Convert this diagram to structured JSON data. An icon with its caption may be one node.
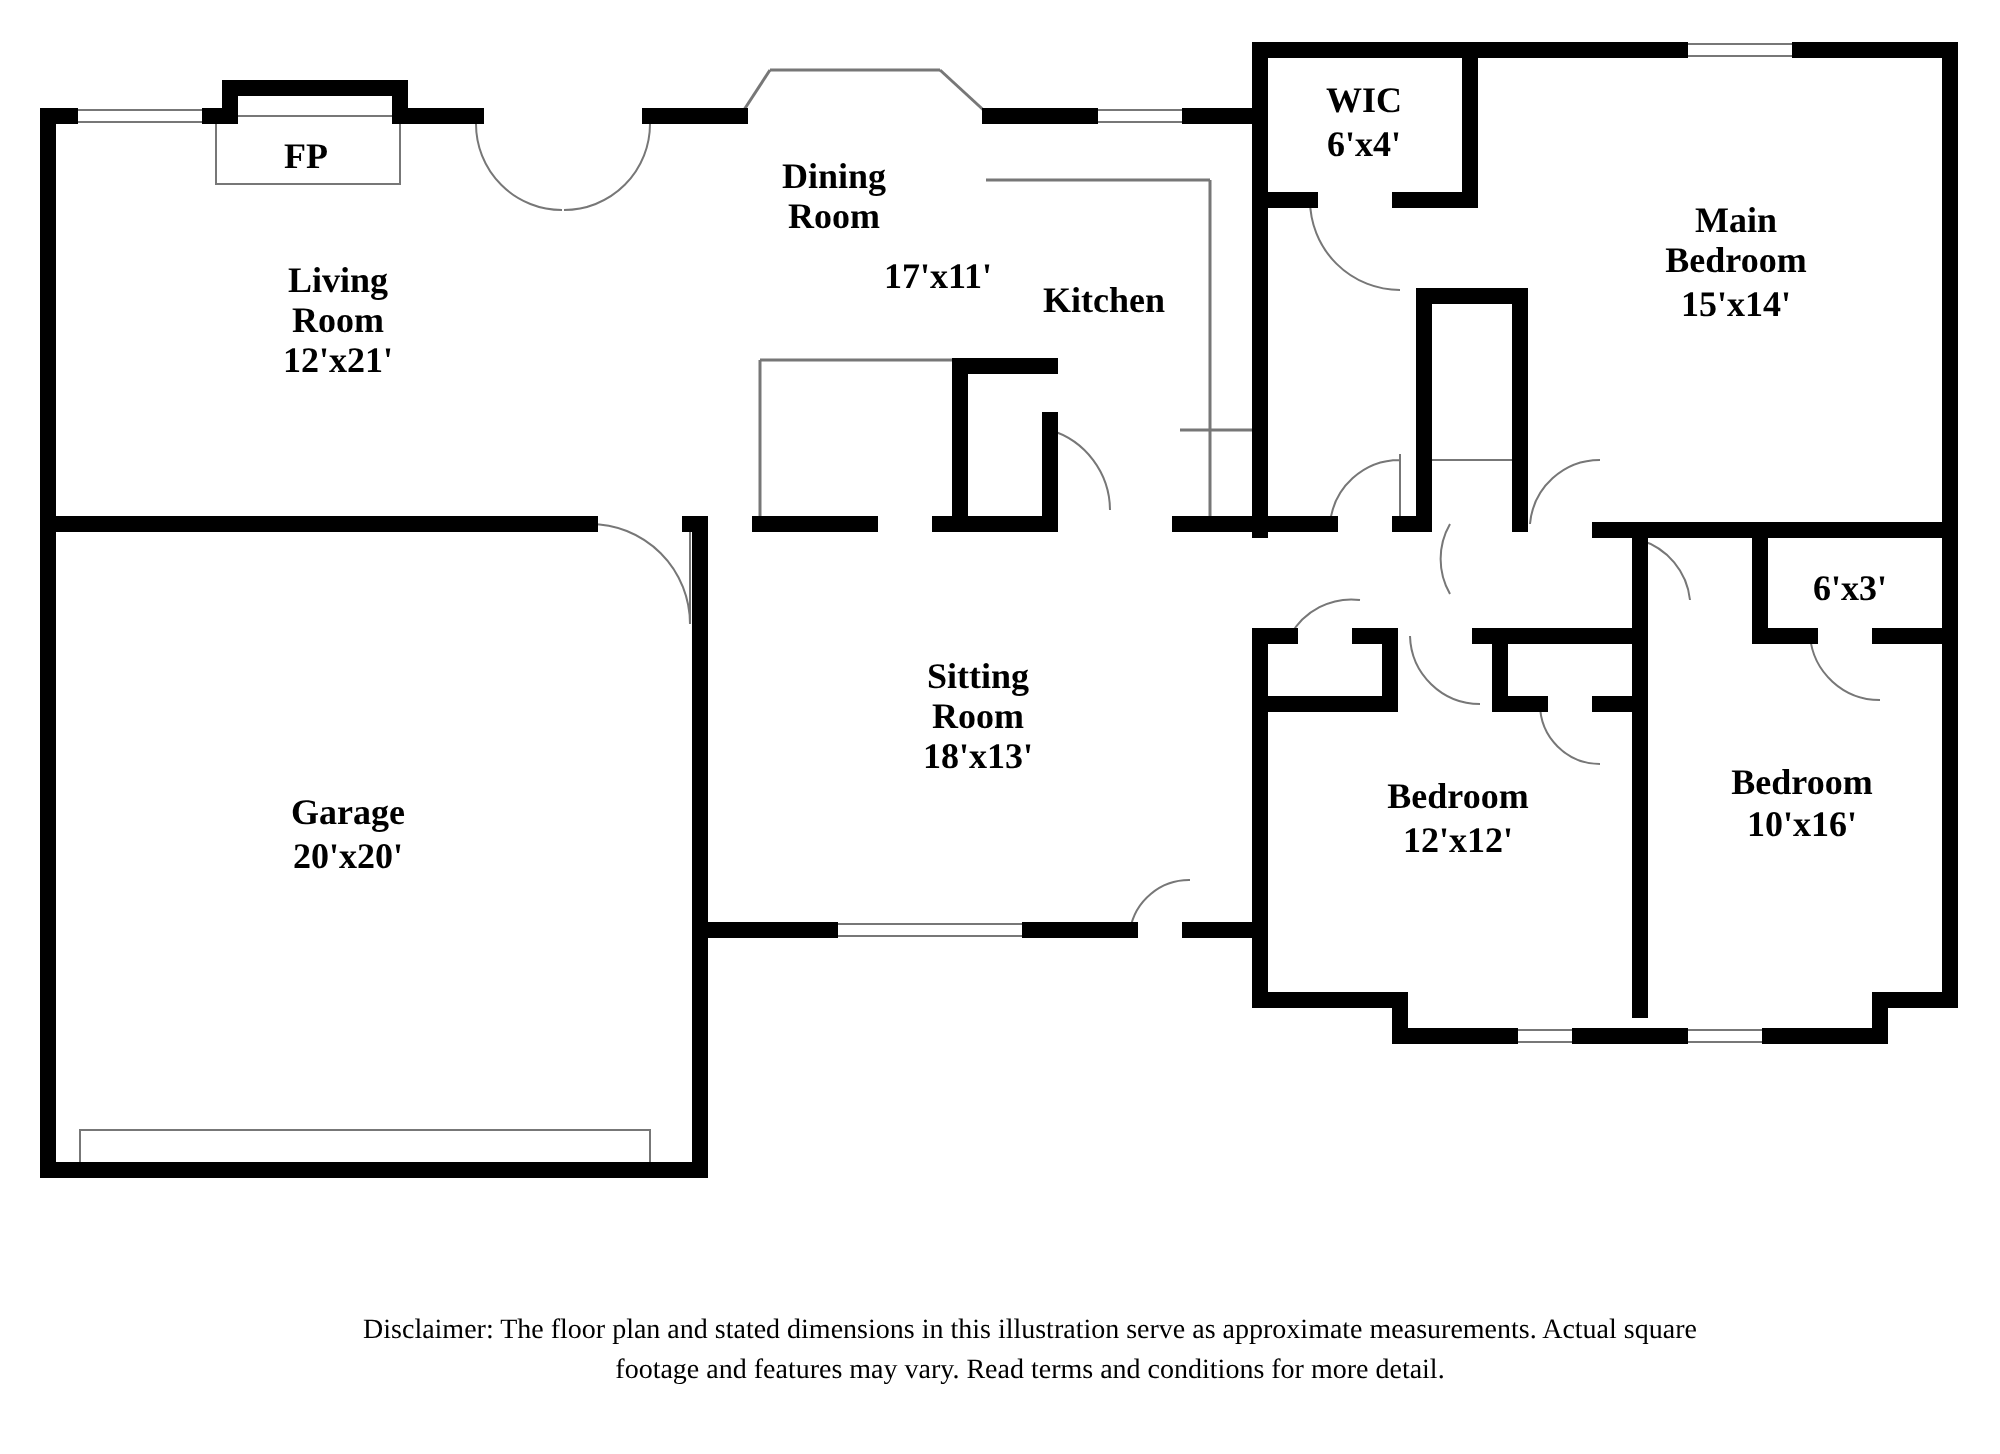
{
  "diagram": {
    "caption": "Disclaimer: The floor plan and stated dimensions in this illustration serve as approximate measurements. Actual square footage and features may vary. Read terms and conditions for more detail.",
    "labels": [
      "FP",
      "Dining Room",
      "WIC",
      "6'x4'",
      "Main Bedroom",
      "15'x14'",
      "Living Room",
      "12'x21'",
      "17'x11'",
      "Kitchen",
      "6'x3'",
      "Sitting Room",
      "18'x13'",
      "Bedroom",
      "12'x12'",
      "Bedroom",
      "10'x16'",
      "Garage",
      "20'x20'"
    ]
  }
}
